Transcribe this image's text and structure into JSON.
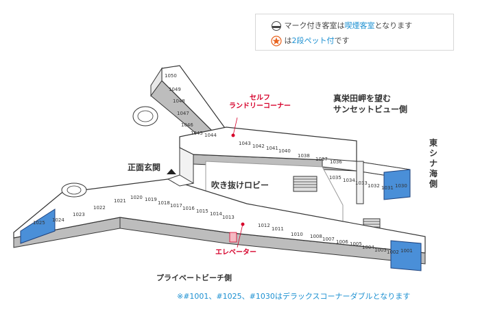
{
  "legend": {
    "smoking_prefix": "マーク付き客室は",
    "smoking_highlight": "喫煙客室",
    "smoking_suffix": "となります",
    "pet_prefix": "は",
    "pet_highlight": "2段ペット付",
    "pet_suffix": "です",
    "colors": {
      "highlight": "#1a8fd1",
      "pet_star": "#e8621d"
    }
  },
  "labels": {
    "main_entrance": "正面玄関",
    "atrium_lobby": "吹き抜けロビー",
    "sunset_view_line1": "真栄田岬を望む",
    "sunset_view_line2": "サンセットビュー側",
    "east_china_sea": "東シナ海側",
    "laundry_line1": "セルフ",
    "laundry_line2": "ランドリーコーナー",
    "elevator": "エレベーター",
    "private_beach": "プライベートビーチ側"
  },
  "rooms": {
    "left_wing": [
      "1050",
      "1049",
      "1048",
      "1047",
      "1046",
      "1045",
      "1044"
    ],
    "upper_corridor": [
      "1043",
      "1042",
      "1041",
      "1040",
      "1038",
      "1037",
      "1036",
      "1035",
      "1034",
      "1033",
      "1032",
      "1031",
      "1030"
    ],
    "lower_left": [
      "1025",
      "1024",
      "1023",
      "1022",
      "1021",
      "1020",
      "1019",
      "1018",
      "1017",
      "1016",
      "1015",
      "1014",
      "1013"
    ],
    "lower_right": [
      "1012",
      "1011",
      "1010",
      "1008",
      "1007",
      "1006",
      "1005",
      "1004",
      "1003",
      "1002",
      "1001"
    ]
  },
  "note": "※#1001、#1025、#1030はデラックスコーナーダブルとなります",
  "colors": {
    "deluxe": "#4a8fd8",
    "accent_red": "#d6002a"
  }
}
